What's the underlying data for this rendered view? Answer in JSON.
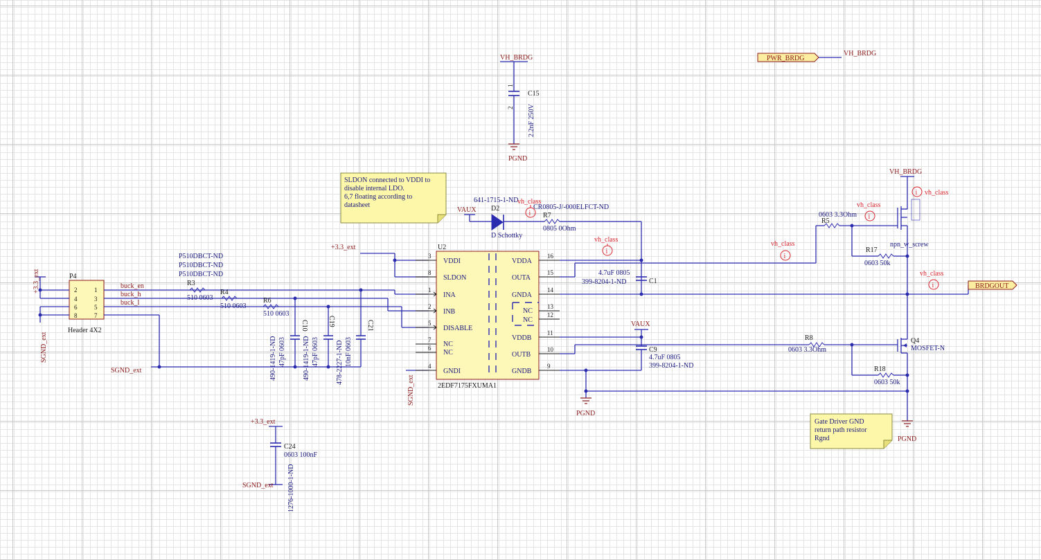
{
  "notes": {
    "sldon": [
      "SLDON connected to VDDI to",
      "disable internal LDO.",
      "6,7 floating according to",
      "datasheet"
    ],
    "gate": [
      "Gate Driver GND",
      "return path resistor",
      "Rgnd"
    ]
  },
  "ic": {
    "designator": "U2",
    "name": "2EDF7175FXUMA1",
    "left_pins": [
      {
        "num": "3",
        "name": "VDDI"
      },
      {
        "num": "8",
        "name": "SLDON"
      },
      {
        "num": "1",
        "name": "INA"
      },
      {
        "num": "2",
        "name": "INB"
      },
      {
        "num": "5",
        "name": "DISABLE"
      },
      {
        "num": "7",
        "name": "NC"
      },
      {
        "num": "6",
        "name": "NC"
      },
      {
        "num": "4",
        "name": "GNDI"
      }
    ],
    "right_pins": [
      {
        "num": "16",
        "name": "VDDA"
      },
      {
        "num": "15",
        "name": "OUTA"
      },
      {
        "num": "14",
        "name": "GNDA"
      },
      {
        "num": "13",
        "name": "NC"
      },
      {
        "num": "12",
        "name": "NC"
      },
      {
        "num": "11",
        "name": "VDDB"
      },
      {
        "num": "10",
        "name": "OUTB"
      },
      {
        "num": "9",
        "name": "GNDB"
      }
    ]
  },
  "header": {
    "designator": "P4",
    "comment": "Header 4X2",
    "left_pins": [
      "2",
      "4",
      "6",
      "8"
    ],
    "right_pins": [
      "1",
      "3",
      "5",
      "7"
    ],
    "power_net": "+3.3_ext",
    "ground_net": "SGND_ext"
  },
  "signals": [
    "buck_en",
    "buck_h",
    "buck_l"
  ],
  "parts_header": [
    "P510DBCT-ND",
    "P510DBCT-ND",
    "P510DBCT-ND"
  ],
  "resistors": {
    "r3": {
      "des": "R3",
      "val": "510 0603"
    },
    "r4": {
      "des": "R4",
      "val": "510 0603"
    },
    "r6": {
      "des": "R6",
      "val": "510 0603"
    },
    "r7": {
      "des": "R7",
      "val": "0805 0Ohm",
      "pn": "CR0805-J/-000ELFCT-ND"
    },
    "r5": {
      "des": "R5",
      "val": "0603 3.3Ohm"
    },
    "r17": {
      "des": "R17",
      "val": "0603 50k"
    },
    "r8": {
      "des": "R8",
      "val": "0603 3.3Ohm"
    },
    "r18": {
      "des": "R18",
      "val": "0603 50k"
    }
  },
  "caps": {
    "c15": {
      "des": "C15",
      "val": "2.2nF 250V",
      "pin1": "1",
      "pin2": "2"
    },
    "c10": {
      "des": "C10",
      "val": "47pF 0603",
      "pn": "490-1419-1-ND"
    },
    "c19": {
      "des": "C19",
      "val": "47pF 0603",
      "pn": "490-1419-1-ND"
    },
    "c21": {
      "des": "C21",
      "val": "10nF 0603",
      "pn": "478-2227-1-ND"
    },
    "c1": {
      "des": "C1",
      "val": "4.7uF 0805",
      "pn": "399-8204-1-ND"
    },
    "c9": {
      "des": "C9",
      "val": "4.7uF 0805",
      "pn": "399-8204-1-ND"
    },
    "c24": {
      "des": "C24",
      "val": "0603 100nF",
      "pn": "1276-1000-1-ND"
    }
  },
  "diode": {
    "des": "D2",
    "pn": "641-1715-1-ND",
    "comment": "D Schottky"
  },
  "transistors": {
    "q_top": {
      "comment": "npn_w_screw"
    },
    "q4": {
      "des": "Q4",
      "comment": "MOSFET-N"
    }
  },
  "nets": {
    "vh_brdg": "VH_BRDG",
    "pgnd": "PGND",
    "vaux": "VAUX",
    "p33": "+3.3_ext",
    "sgnd": "SGND_ext",
    "vh_class": "vh_class"
  },
  "ports": {
    "pwr_brdg": "PWR_BRDG",
    "brdgout": "BRDGOUT"
  },
  "directive_icon": "info-circle-icon",
  "colors": {
    "wire": "#2b2bb0",
    "body": "#fdf7b8",
    "net_label": "#8b1a1a",
    "directive": "#d8262d",
    "note": "#fdf7a9"
  }
}
